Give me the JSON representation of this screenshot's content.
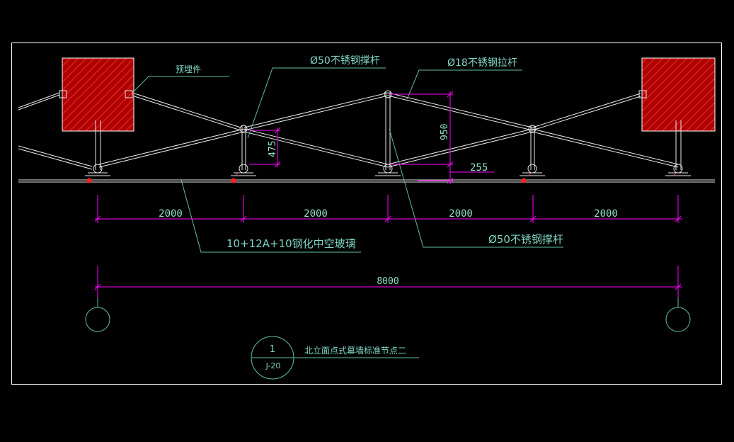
{
  "colors": {
    "background": "#000000",
    "frame": "#ffffff",
    "leader": "#5fbfa0",
    "dimension": "#ff00ff",
    "text": "#7fd6c2",
    "wall_fill": "#c00000",
    "wall_hatch": "#ff4040",
    "glass": "#e0e0e0",
    "red_accent": "#ff2020"
  },
  "labels": {
    "embedded_part": "预埋件",
    "strut_top": "Ø50不锈钢撑杆",
    "tie_rod": "Ø18不锈钢拉杆",
    "glass_spec": "10+12A+10钢化中空玻璃",
    "strut_bottom": "Ø50不锈钢撑杆",
    "drawing_title": "北立面点式幕墙标准节点二"
  },
  "dimensions": {
    "bay_1": "2000",
    "bay_2": "2000",
    "bay_3": "2000",
    "bay_4": "2000",
    "total": "8000",
    "strut_475": "475",
    "strut_950": "950",
    "offset_255": "255"
  },
  "detail_marker": {
    "number": "1",
    "sheet": "J-20"
  }
}
